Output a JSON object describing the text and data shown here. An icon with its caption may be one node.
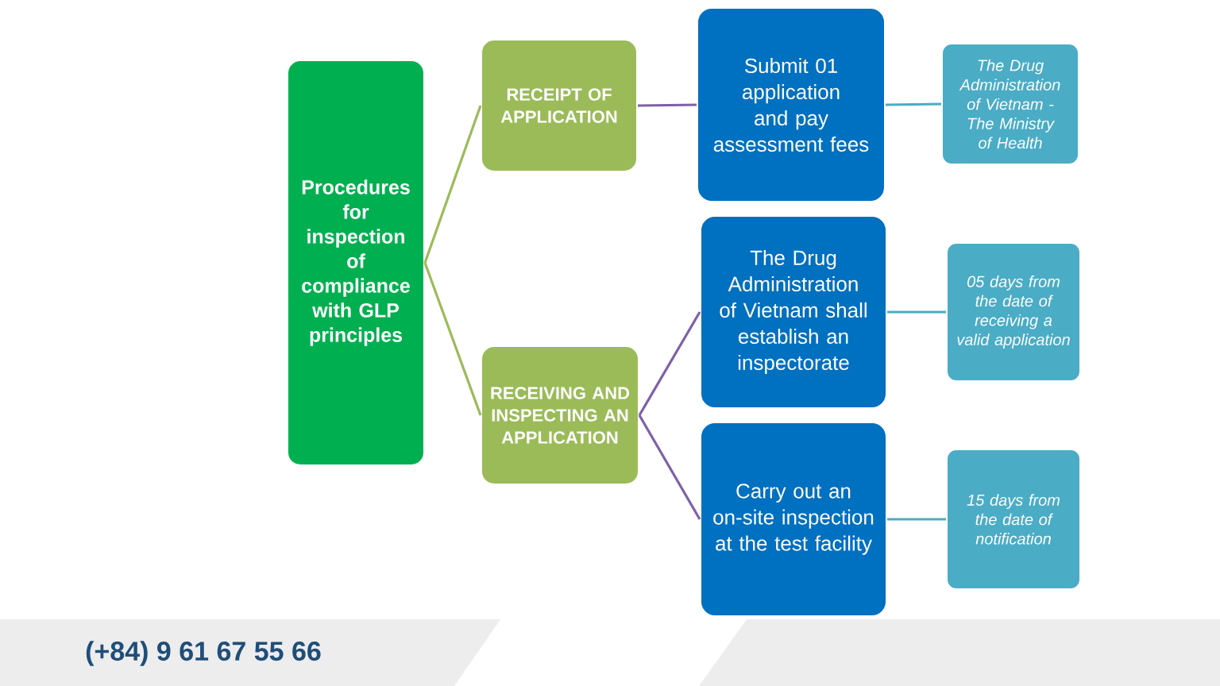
{
  "diagram": {
    "nodes": [
      {
        "text": [
          "Procedures for inspection of compliance with GLP principles"
        ]
      },
      {
        "text": [
          "RECEIPT OF APPLICATION"
        ]
      },
      {
        "text": [
          "RECEIVING AND INSPECTING AN APPLICATION"
        ]
      },
      {
        "text": [
          "Submit 01 application and pay assessment fees"
        ]
      },
      {
        "text": [
          "The Drug Administration of Vietnam shall establish an inspectorate"
        ]
      },
      {
        "text": [
          "Carry out an on-site inspection at the test facility"
        ]
      },
      {
        "text": [
          "The Drug Administration of Vietnam - The Ministry of Health"
        ]
      },
      {
        "text": [
          "05 days from the date of receiving a valid application"
        ]
      },
      {
        "text": [
          "15 days from the date of notification"
        ]
      }
    ],
    "edges": [
      {
        "from": 0,
        "to": 1,
        "arrow": "none",
        "color": "#9bbb59"
      },
      {
        "from": 0,
        "to": 2,
        "arrow": "none",
        "color": "#9bbb59"
      },
      {
        "from": 1,
        "to": 3,
        "arrow": "none",
        "color": "#7f5fa8"
      },
      {
        "from": 2,
        "to": 4,
        "arrow": "none",
        "color": "#7f5fa8"
      },
      {
        "from": 2,
        "to": 5,
        "arrow": "none",
        "color": "#7f5fa8"
      },
      {
        "from": 3,
        "to": 6,
        "arrow": "none",
        "color": "#4bacc6"
      },
      {
        "from": 4,
        "to": 7,
        "arrow": "none",
        "color": "#4bacc6"
      },
      {
        "from": 5,
        "to": 8,
        "arrow": "none",
        "color": "#4bacc6"
      }
    ],
    "labels": [
      "(+84) 9 61 67 55 66"
    ]
  }
}
